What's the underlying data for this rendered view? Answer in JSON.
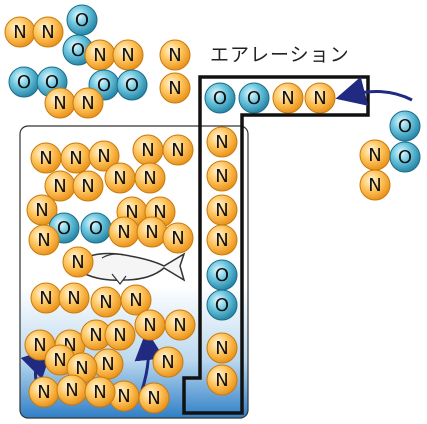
{
  "title": "エアレーション",
  "atoms": {
    "N": {
      "letter": "N",
      "color": "#f5a623"
    },
    "O": {
      "letter": "O",
      "color": "#3aa0c0"
    }
  }
}
